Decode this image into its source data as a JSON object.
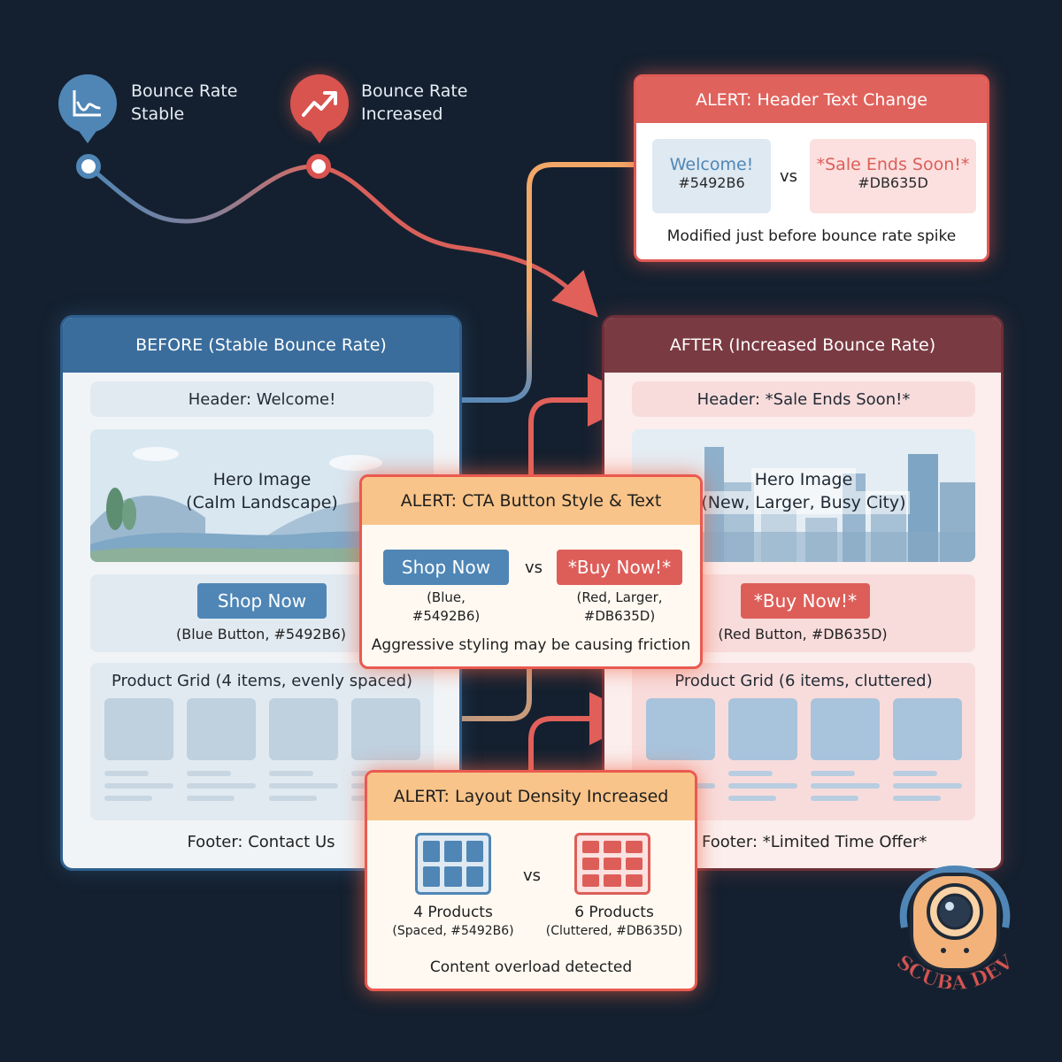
{
  "legend": {
    "stable": {
      "icon": "trend-flat-icon",
      "line1": "Bounce Rate",
      "line2": "Stable",
      "color": "#4f86b6"
    },
    "increased": {
      "icon": "trend-up-icon",
      "line1": "Bounce Rate",
      "line2": "Increased",
      "color": "#d9534f"
    }
  },
  "before": {
    "title": "BEFORE (Stable Bounce Rate)",
    "header": "Header: Welcome!",
    "hero_line1": "Hero Image",
    "hero_line2": "(Calm Landscape)",
    "cta_label": "Shop Now",
    "cta_caption": "(Blue Button, #5492B6)",
    "grid_caption": "Product Grid (4 items, evenly spaced)",
    "footer": "Footer: Contact Us",
    "accent": "#5492B6"
  },
  "after": {
    "title": "AFTER (Increased Bounce Rate)",
    "header": "Header: *Sale Ends Soon!*",
    "hero_line1": "Hero Image",
    "hero_line2": "(New, Larger, Busy City)",
    "cta_label": "*Buy Now!*",
    "cta_caption": "(Red Button, #DB635D)",
    "grid_caption": "Product Grid (6 items, cluttered)",
    "footer": "Footer: *Limited Time Offer*",
    "accent": "#DB635D"
  },
  "alerts": {
    "header_text": {
      "title": "ALERT: Header Text Change",
      "left_text": "Welcome!",
      "left_code": "#5492B6",
      "vs": "vs",
      "right_text": "*Sale Ends Soon!*",
      "right_code": "#DB635D",
      "note": "Modified just before bounce rate spike"
    },
    "cta": {
      "title": "ALERT: CTA Button Style & Text",
      "left_button": "Shop Now",
      "left_line1": "(Blue,",
      "left_line2": "#5492B6)",
      "vs": "vs",
      "right_button": "*Buy Now!*",
      "right_line1": "(Red, Larger,",
      "right_line2": "#DB635D)",
      "note": "Aggressive styling may be causing friction"
    },
    "layout": {
      "title": "ALERT: Layout Density Increased",
      "left_label": "4 Products",
      "left_sub": "(Spaced, #5492B6)",
      "vs": "vs",
      "right_label": "6 Products",
      "right_sub": "(Cluttered, #DB635D)",
      "note": "Content overload detected"
    }
  },
  "logo": {
    "text": "SCUBA DEV"
  }
}
